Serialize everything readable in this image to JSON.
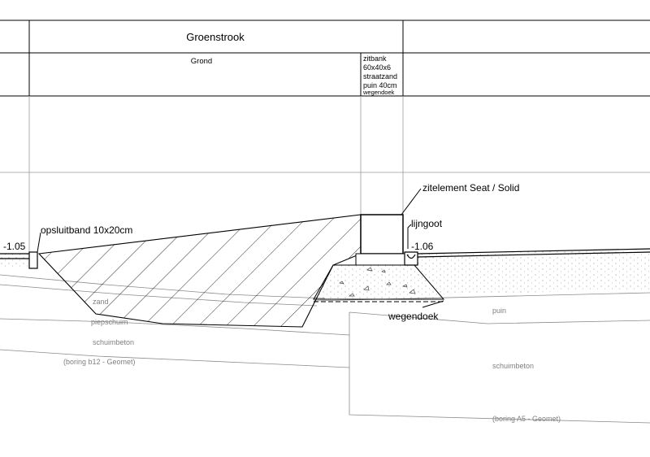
{
  "header": {
    "zone_title": "Groenstrook",
    "ground_label": "Grond",
    "bench_spec": [
      "zitbank",
      "60x40x6",
      "straatzand",
      "puin 40cm",
      "wegendoek"
    ]
  },
  "annotations": {
    "seat": "zitelement Seat / Solid",
    "kerb": "opsluitband 10x20cm",
    "gutter": "lijngoot",
    "level_left": "-1.05",
    "level_right": "-1.06",
    "geotextile": "wegendoek"
  },
  "layers": {
    "sand": "zand",
    "eps": "piepschuim",
    "foam_concrete_left": "schuimbeton",
    "boring_left": "(boring b12 - Geomet)",
    "rubble": "puin",
    "foam_concrete_right": "schuimbeton",
    "boring_right": "(boring A5 - Geomet)"
  },
  "colors": {
    "line": "#000000",
    "grid": "#9a9a9a",
    "layer_text": "#808080",
    "paving": "#f6f6f6"
  }
}
